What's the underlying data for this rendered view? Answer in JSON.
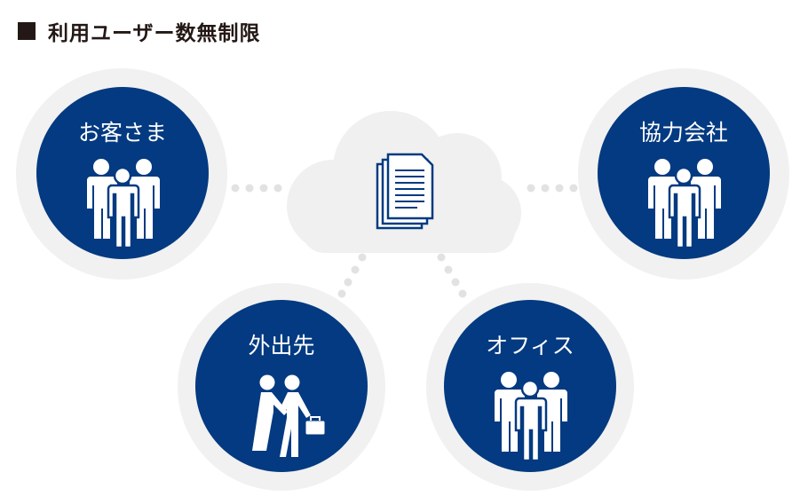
{
  "title": "利用ユーザー数無制限",
  "colors": {
    "blue": "#033a81",
    "ring": "#f1f1f1",
    "cloud": "#f0f0f0",
    "dot": "#e2e2e2"
  },
  "center": {
    "icon": "documents-icon"
  },
  "nodes": [
    {
      "label": "お客さま",
      "icon": "group-icon"
    },
    {
      "label": "協力会社",
      "icon": "group-icon"
    },
    {
      "label": "外出先",
      "icon": "handshake-icon"
    },
    {
      "label": "オフィス",
      "icon": "group-icon"
    }
  ]
}
